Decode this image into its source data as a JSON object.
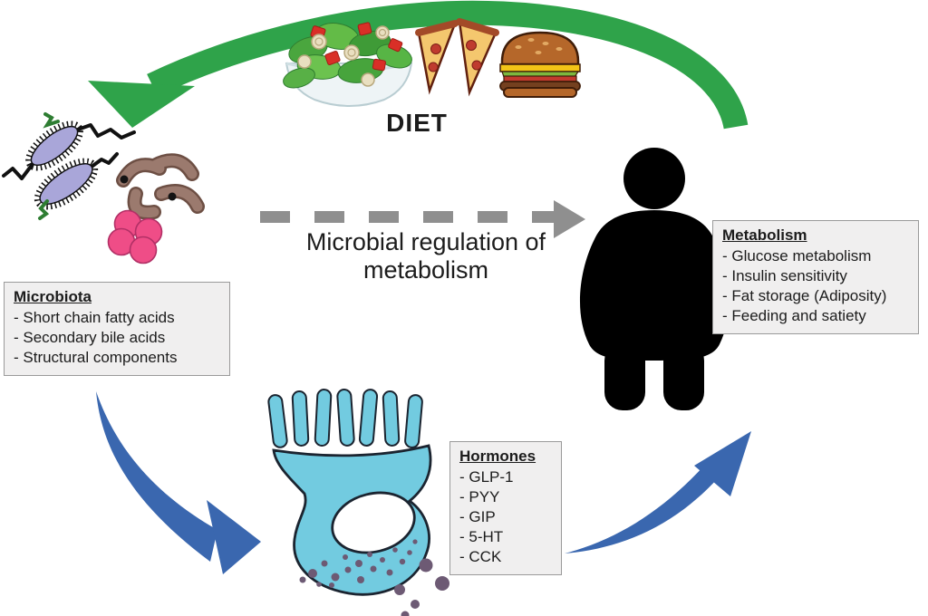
{
  "figure": {
    "diet_label": "DIET",
    "center_caption_line1": "Microbial regulation of",
    "center_caption_line2": "metabolism"
  },
  "boxes": {
    "microbiota": {
      "title": "Microbiota",
      "items": [
        "- Short chain fatty acids",
        "- Secondary bile acids",
        "- Structural components"
      ]
    },
    "metabolism": {
      "title": "Metabolism",
      "items": [
        "- Glucose metabolism",
        "- Insulin sensitivity",
        "- Fat storage (Adiposity)",
        "- Feeding and satiety"
      ]
    },
    "hormones": {
      "title": "Hormones",
      "items": [
        "- GLP-1",
        "- PYY",
        "- GIP",
        "- 5-HT",
        "- CCK"
      ]
    }
  },
  "icons": {
    "salad": "salad-bowl-icon",
    "pizza": "pizza-slices-icon",
    "burger": "burger-icon",
    "bacteria": "gut-bacteria-icon",
    "person": "obese-person-silhouette-icon",
    "cell": "enteroendocrine-cell-icon",
    "green_arrow": "diet-to-microbiota-arrow-icon",
    "dashed_arrow": "microbial-regulation-dashed-arrow-icon",
    "blue_arrow_left": "microbiota-to-cell-arrow-icon",
    "blue_arrow_right": "hormones-to-host-arrow-icon",
    "granules": "secreted-hormone-granules-icon"
  },
  "colors": {
    "green-arrow": "#2fa34a",
    "blue-arrow": "#3a67af",
    "gray-arrow": "#8f8f8f",
    "box-bg": "#f0efef",
    "box-border": "#9a9a9a",
    "text": "#1c1c1c",
    "cell-fill": "#72cbe0",
    "cell-outline": "#1b2430",
    "granule": "#6d5a74",
    "bacillus-fill": "#a9a6d9",
    "vibrio-fill": "#9b7a6e",
    "vibrio-outline": "#6d4f44",
    "cocci-fill": "#ef4d87",
    "cocci-outline": "#b23066",
    "silhouette": "#000000"
  }
}
